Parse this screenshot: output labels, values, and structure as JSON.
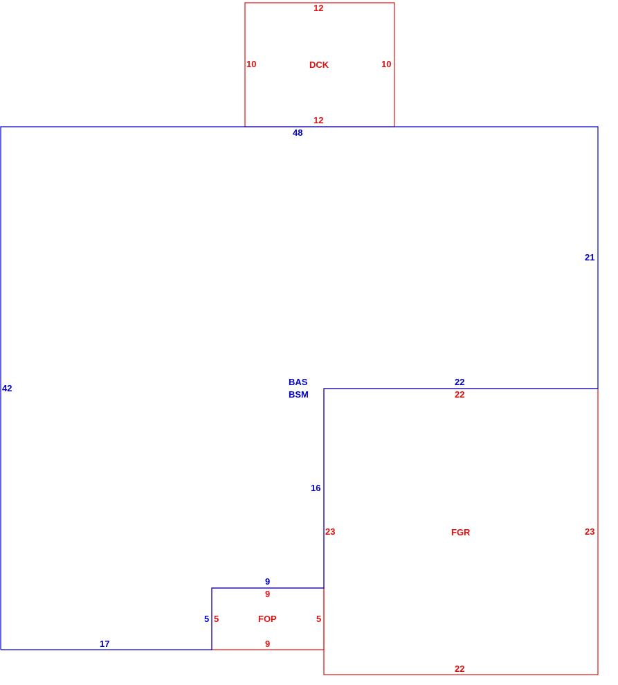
{
  "colors": {
    "main": "#0000c8",
    "addition": "#e01010"
  },
  "areas": {
    "bas": {
      "code1": "BAS",
      "code2": "BSM"
    },
    "dck": {
      "code": "DCK"
    },
    "fgr": {
      "code": "FGR"
    },
    "fop": {
      "code": "FOP"
    }
  },
  "dimensions": {
    "bas": {
      "top": "48",
      "right": "21",
      "left": "42",
      "bottom": "17",
      "notch_top": "9",
      "notch_left": "5",
      "step_top": "22",
      "step_left": "16"
    },
    "dck": {
      "top": "12",
      "bottom": "12",
      "left": "10",
      "right": "10"
    },
    "fgr": {
      "top": "22",
      "bottom": "22",
      "left": "23",
      "right": "23"
    },
    "fop": {
      "top": "9",
      "bottom": "9",
      "left": "5",
      "right": "5"
    }
  }
}
